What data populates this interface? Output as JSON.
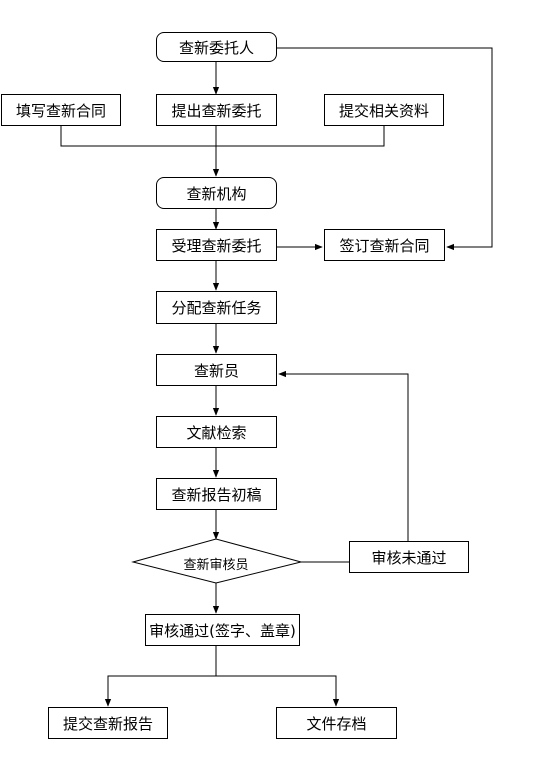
{
  "nodes": {
    "client": "查新委托人",
    "fill_contract": "填写查新合同",
    "submit_request": "提出查新委托",
    "submit_materials": "提交相关资料",
    "agency": "查新机构",
    "accept_request": "受理查新委托",
    "sign_contract": "签订查新合同",
    "assign_task": "分配查新任务",
    "searcher": "查新员",
    "literature_search": "文献检索",
    "draft_report": "查新报告初稿",
    "reviewer": "查新审核员",
    "review_failed": "审核未通过",
    "review_passed": "审核通过(签字、盖章)",
    "submit_report": "提交查新报告",
    "archive": "文件存档"
  },
  "colors": {
    "line": "#000000",
    "fill": "#ffffff",
    "text": "#000000"
  }
}
